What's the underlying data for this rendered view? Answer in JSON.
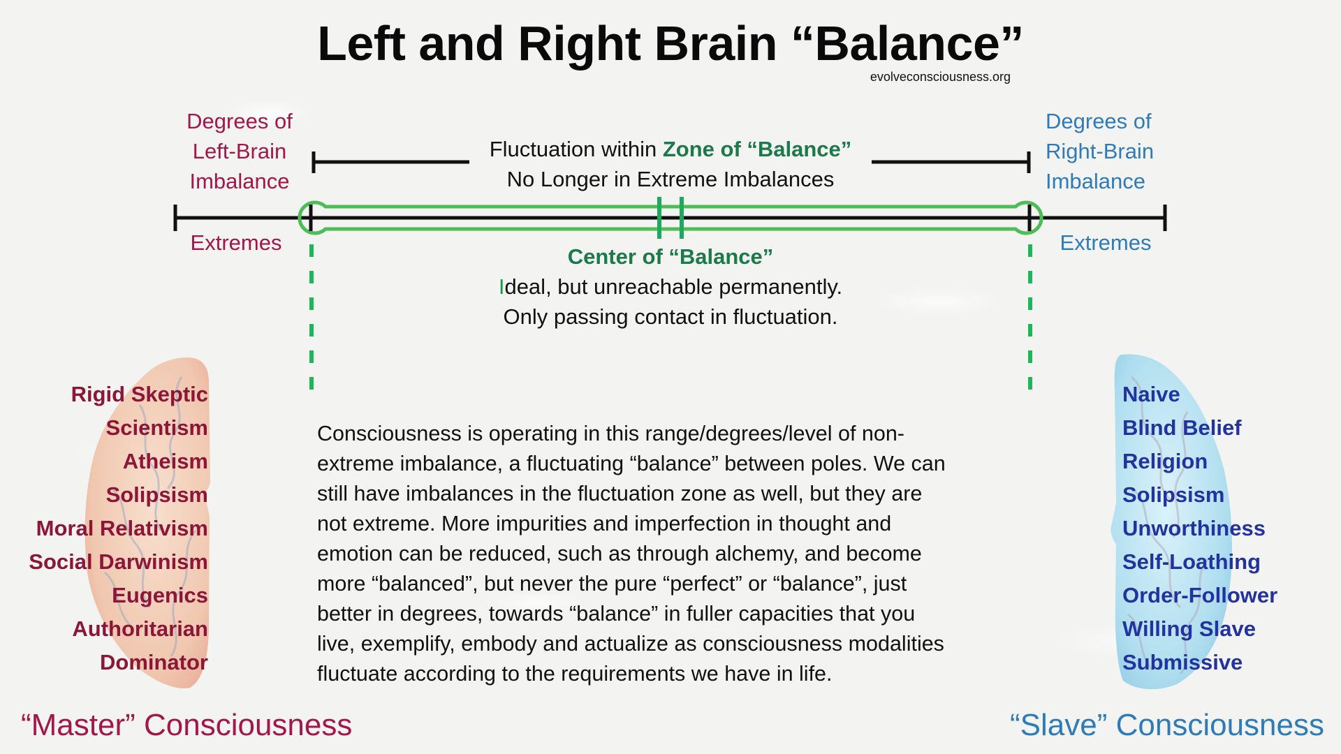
{
  "title": "Left and Right Brain “Balance”",
  "source": "evolveconsciousness.org",
  "left_axis": {
    "label_lines": [
      "Degrees of",
      "Left-Brain",
      "Imbalance"
    ],
    "extremes": "Extremes",
    "color": "#a3164a"
  },
  "right_axis": {
    "label_lines": [
      "Degrees of",
      "Right-Brain",
      "Imbalance"
    ],
    "extremes": "Extremes",
    "color": "#2e7bb8"
  },
  "zone": {
    "line1_prefix": "Fluctuation within ",
    "line1_highlight": "Zone of “Balance”",
    "line2": "No Longer in Extreme Imbalances",
    "color": "#3cb54a"
  },
  "center": {
    "title": "Center of “Balance”",
    "line1_initial": "I",
    "line1_rest": "deal, but unreachable permanently.",
    "line2": "Only passing contact in fluctuation.",
    "color": "#1a7a4a"
  },
  "left_list": [
    "Rigid Skeptic",
    "Scientism",
    "Atheism",
    "Solipsism",
    "Moral Relativism",
    "Social Darwinism",
    "Eugenics",
    "Authoritarian",
    "Dominator"
  ],
  "right_list": [
    "Naive",
    "Blind Belief",
    "Religion",
    "Solipsism",
    "Unworthiness",
    "Self-Loathing",
    "Order-Follower",
    "Willing Slave",
    "Submissive"
  ],
  "paragraph_lines": [
    "Consciousness is operating in this range/degrees/level of non-",
    "extreme imbalance, a fluctuating “balance” between poles. We can",
    "still have imbalances in the fluctuation zone as well, but they are",
    "not extreme. More impurities and imperfection in thought and",
    "emotion can be reduced, such as through alchemy, and become",
    "more “balanced”, but never the pure “perfect” or “balance”, just",
    "better in degrees, towards “balance” in fuller capacities that you",
    "live, exemplify, embody and actualize as consciousness modalities",
    "fluctuate according to the requirements we have in life."
  ],
  "captions": {
    "left": "“Master” Consciousness",
    "right": "“Slave” Consciousness"
  },
  "brains": {
    "left": {
      "name": "left-brain-hemisphere",
      "color": "#f2c4a8"
    },
    "right": {
      "name": "right-brain-hemisphere",
      "color": "#aee0f0"
    }
  }
}
